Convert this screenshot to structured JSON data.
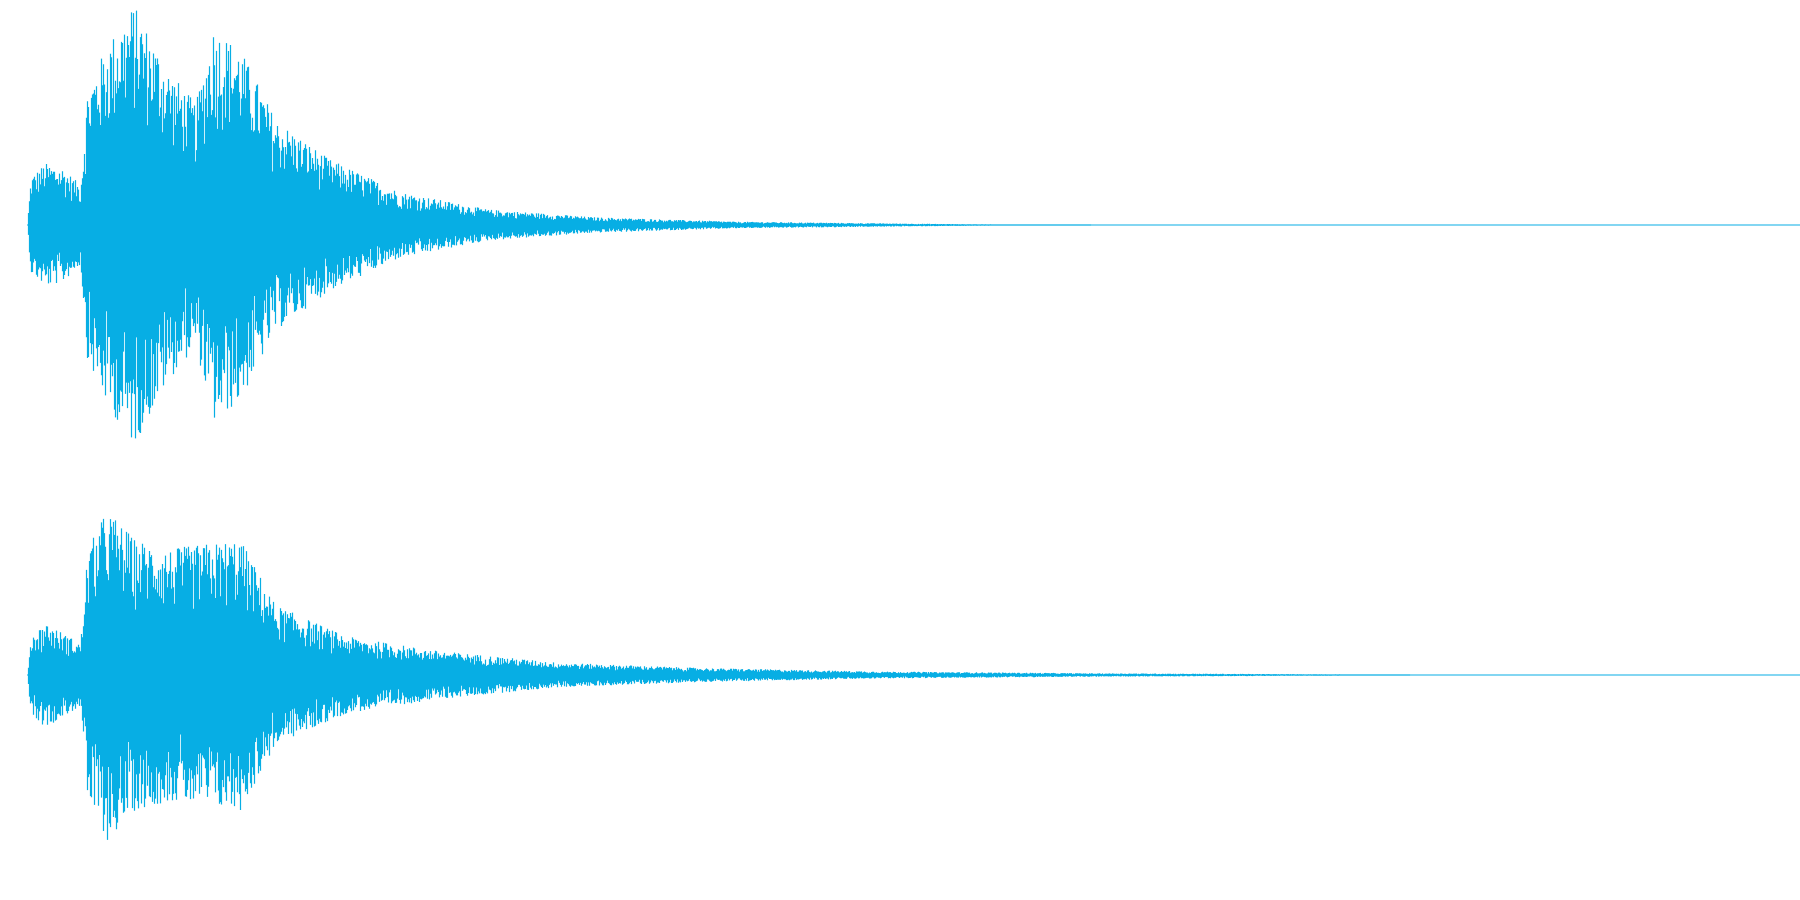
{
  "waveform": {
    "color": "#07aee4",
    "background": "#ffffff",
    "channels": [
      {
        "name": "",
        "envelope": [
          {
            "t": 0.0,
            "a": 0.0
          },
          {
            "t": 0.002,
            "a": 0.22
          },
          {
            "t": 0.01,
            "a": 0.28
          },
          {
            "t": 0.02,
            "a": 0.26
          },
          {
            "t": 0.03,
            "a": 0.18
          },
          {
            "t": 0.034,
            "a": 0.62
          },
          {
            "t": 0.045,
            "a": 0.82
          },
          {
            "t": 0.06,
            "a": 1.0
          },
          {
            "t": 0.08,
            "a": 0.7
          },
          {
            "t": 0.095,
            "a": 0.55
          },
          {
            "t": 0.105,
            "a": 0.9
          },
          {
            "t": 0.12,
            "a": 0.8
          },
          {
            "t": 0.14,
            "a": 0.48
          },
          {
            "t": 0.17,
            "a": 0.3
          },
          {
            "t": 0.21,
            "a": 0.15
          },
          {
            "t": 0.26,
            "a": 0.07
          },
          {
            "t": 0.32,
            "a": 0.035
          },
          {
            "t": 0.4,
            "a": 0.015
          },
          {
            "t": 0.5,
            "a": 0.006
          },
          {
            "t": 0.56,
            "a": 0.002
          },
          {
            "t": 0.6,
            "a": 0.0
          },
          {
            "t": 1.0,
            "a": 0.0
          }
        ]
      },
      {
        "name": "",
        "envelope": [
          {
            "t": 0.0,
            "a": 0.0
          },
          {
            "t": 0.002,
            "a": 0.22
          },
          {
            "t": 0.01,
            "a": 0.3
          },
          {
            "t": 0.02,
            "a": 0.24
          },
          {
            "t": 0.03,
            "a": 0.18
          },
          {
            "t": 0.034,
            "a": 0.72
          },
          {
            "t": 0.045,
            "a": 0.95
          },
          {
            "t": 0.06,
            "a": 0.78
          },
          {
            "t": 0.08,
            "a": 0.72
          },
          {
            "t": 0.1,
            "a": 0.75
          },
          {
            "t": 0.12,
            "a": 0.78
          },
          {
            "t": 0.14,
            "a": 0.4
          },
          {
            "t": 0.18,
            "a": 0.22
          },
          {
            "t": 0.23,
            "a": 0.14
          },
          {
            "t": 0.3,
            "a": 0.07
          },
          {
            "t": 0.38,
            "a": 0.04
          },
          {
            "t": 0.48,
            "a": 0.02
          },
          {
            "t": 0.6,
            "a": 0.01
          },
          {
            "t": 0.74,
            "a": 0.004
          },
          {
            "t": 0.78,
            "a": 0.0
          },
          {
            "t": 1.0,
            "a": 0.0
          }
        ]
      }
    ]
  }
}
